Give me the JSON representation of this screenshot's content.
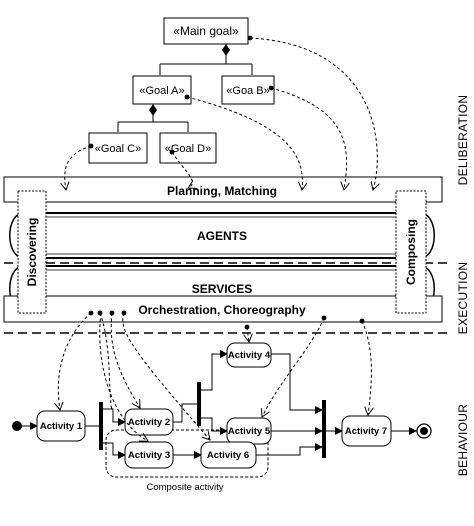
{
  "goals": {
    "main": "«Main goal»",
    "a": "«Goal A»",
    "b": "«Goa B»",
    "c": "«Goal C»",
    "d": "«Goal D»"
  },
  "layers": {
    "planning": "Planning, Matching",
    "agents": "AGENTS",
    "services": "SERVICES",
    "orchestration": "Orchestration, Choreography",
    "discovering": "Discovering",
    "composing": "Composing"
  },
  "zones": {
    "deliberation": "DELIBERATION",
    "execution": "EXECUTION",
    "behaviour": "BEHAVIOUR"
  },
  "activities": {
    "a1": "Activity 1",
    "a2": "Activity 2",
    "a3": "Activity 3",
    "a4": "Activity 4",
    "a5": "Activity 5",
    "a6": "Activity 6",
    "a7": "Activity 7"
  },
  "composite_caption": "Composite activity"
}
